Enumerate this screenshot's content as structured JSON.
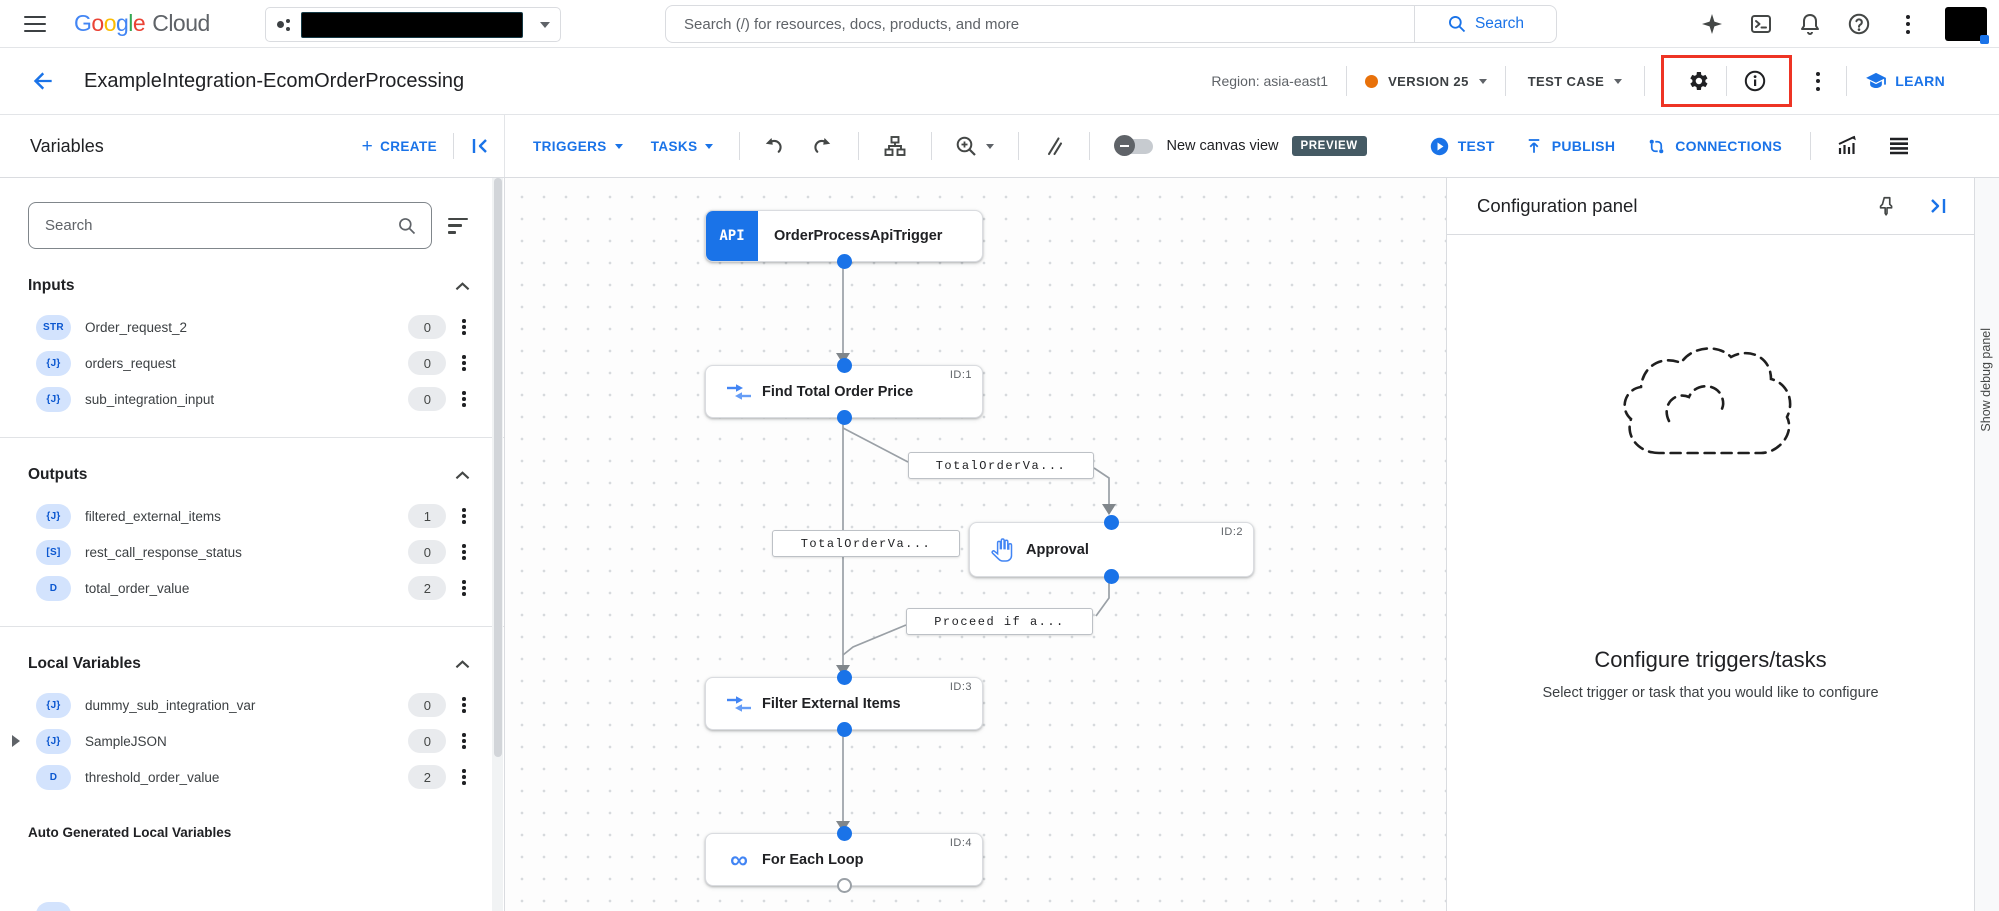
{
  "colors": {
    "accent_blue": "#1a73e8",
    "version_dot_orange": "#e8710a",
    "preview_badge_bg": "#455a64",
    "callout_red": "#ee3424",
    "trigger_block_blue": "#1a73e8"
  },
  "topbar": {
    "logo_letters": [
      "G",
      "o",
      "o",
      "g",
      "l",
      "e"
    ],
    "logo_cloud": "Cloud",
    "search_placeholder": "Search (/) for resources, docs, products, and more",
    "search_button": "Search"
  },
  "header": {
    "title": "ExampleIntegration-EcomOrderProcessing",
    "region": "Region: asia-east1",
    "version": "VERSION 25",
    "test_case": "TEST CASE",
    "learn": "LEARN"
  },
  "toolbar": {
    "panel_title": "Variables",
    "create": "CREATE",
    "triggers": "TRIGGERS",
    "tasks": "TASKS",
    "canvas_toggle": "New canvas view",
    "preview": "PREVIEW",
    "test": "TEST",
    "publish": "PUBLISH",
    "connections": "CONNECTIONS"
  },
  "sidebar": {
    "search_placeholder": "Search",
    "sections": [
      {
        "title": "Inputs",
        "items": [
          {
            "type": "STR",
            "name": "Order_request_2",
            "count": "0"
          },
          {
            "type": "{J}",
            "name": "orders_request",
            "count": "0"
          },
          {
            "type": "{J}",
            "name": "sub_integration_input",
            "count": "0"
          }
        ]
      },
      {
        "title": "Outputs",
        "items": [
          {
            "type": "{J}",
            "name": "filtered_external_items",
            "count": "1"
          },
          {
            "type": "[S]",
            "name": "rest_call_response_status",
            "count": "0"
          },
          {
            "type": "D",
            "name": "total_order_value",
            "count": "2"
          }
        ]
      },
      {
        "title": "Local Variables",
        "items": [
          {
            "type": "{J}",
            "name": "dummy_sub_integration_var",
            "count": "0"
          },
          {
            "type": "{J}",
            "name": "SampleJSON",
            "count": "0"
          },
          {
            "type": "D",
            "name": "threshold_order_value",
            "count": "2"
          }
        ]
      }
    ],
    "auto_generated_title": "Auto Generated Local Variables"
  },
  "canvas": {
    "trigger": {
      "badge": "API",
      "label": "OrderProcessApiTrigger"
    },
    "tasks": [
      {
        "id": "ID:1",
        "label": "Find Total Order Price"
      },
      {
        "id": "ID:2",
        "label": "Approval"
      },
      {
        "id": "ID:3",
        "label": "Filter External Items"
      },
      {
        "id": "ID:4",
        "label": "For Each Loop"
      }
    ],
    "loop_glyph": "∞",
    "edge_labels": [
      "TotalOrderVa...",
      "TotalOrderVa...",
      "Proceed if a..."
    ]
  },
  "config_panel": {
    "title": "Configuration panel",
    "empty_heading": "Configure triggers/tasks",
    "empty_subtext": "Select trigger or task that you would like to configure"
  },
  "debug": {
    "label": "Show debug panel"
  }
}
